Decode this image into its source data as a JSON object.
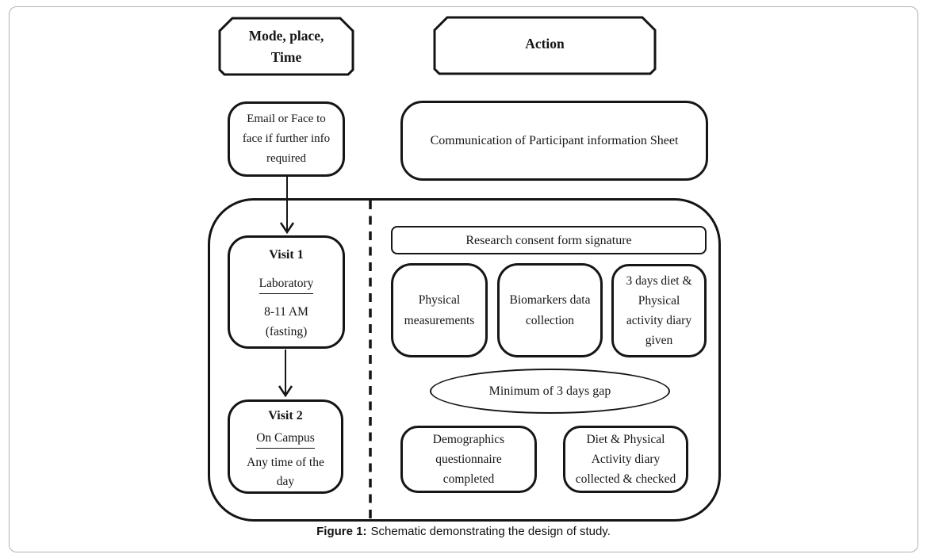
{
  "colors": {
    "ink": "#161616",
    "frame_border": "#b3b3b3",
    "background": "#ffffff"
  },
  "headers": {
    "mode": "Mode, place,\nTime",
    "action": "Action"
  },
  "pre_visit": {
    "email": "Email or Face to\nface if further info\nrequired",
    "communication": "Communication of Participant information Sheet"
  },
  "visit1": {
    "title": "Visit 1",
    "location": "Laboratory",
    "time": "8-11 AM",
    "note": "(fasting)"
  },
  "visit2": {
    "title": "Visit 2",
    "location": "On Campus",
    "time": "Any time of the\nday"
  },
  "actions": {
    "consent": "Research consent form signature",
    "physical": "Physical\nmeasurements",
    "biomarkers": "Biomarkers data\ncollection",
    "diet_given": "3 days diet &\nPhysical\nactivity diary\ngiven",
    "gap": "Minimum of 3 days gap",
    "demographics": "Demographics\nquestionnaire\ncompleted",
    "diet_collected": "Diet & Physical\nActivity diary\ncollected & checked"
  },
  "caption": {
    "label": "Figure 1:",
    "text": "Schematic demonstrating the design of study."
  }
}
